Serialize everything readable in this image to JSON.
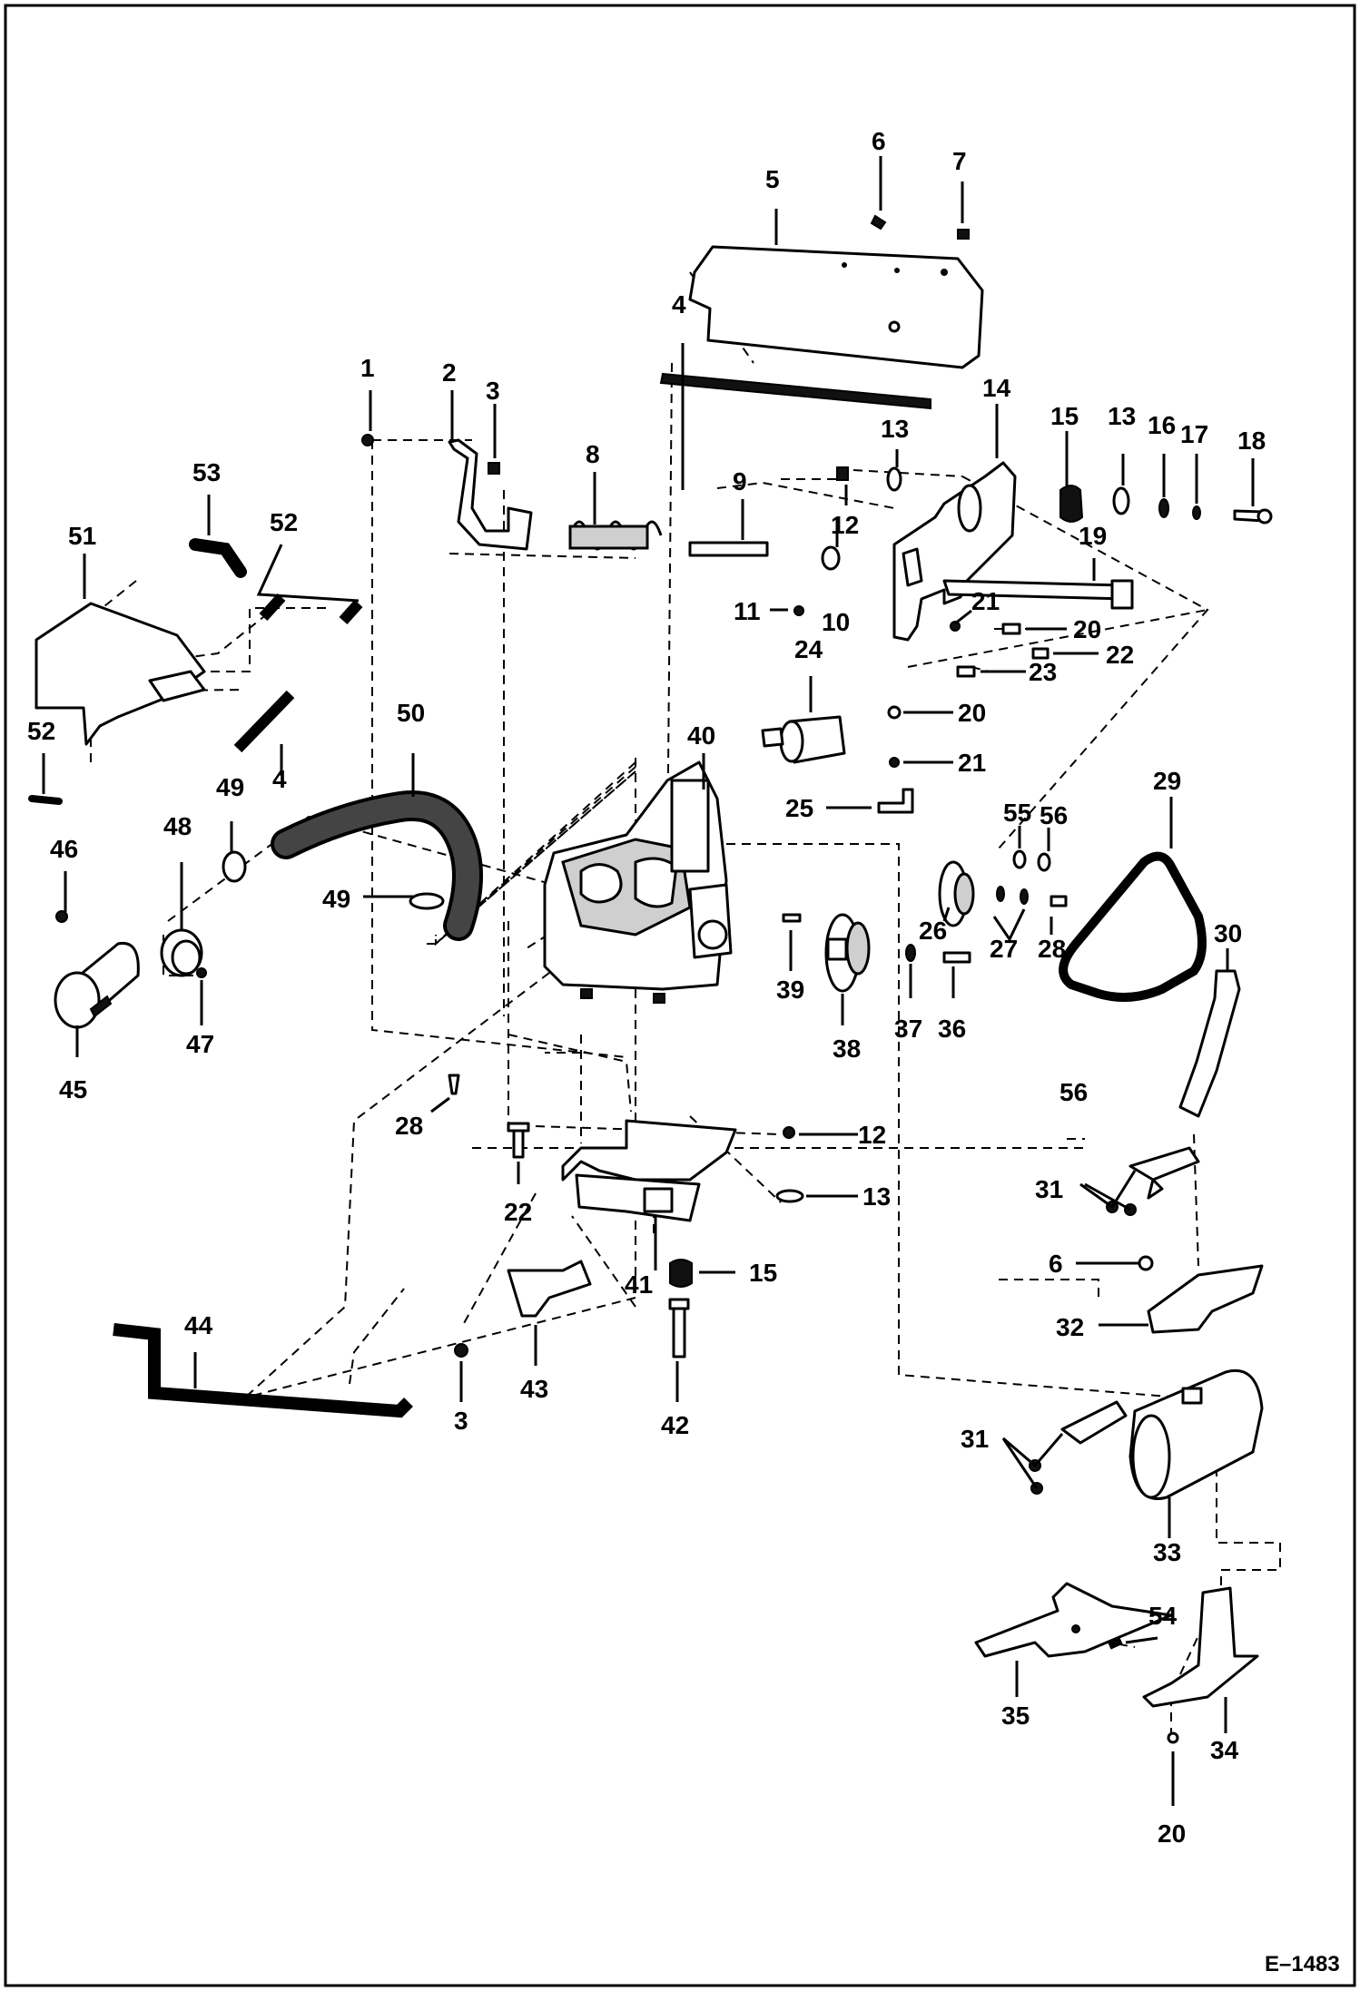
{
  "figure_ref": "E–1483",
  "callouts": [
    {
      "label": "1"
    },
    {
      "label": "2"
    },
    {
      "label": "3"
    },
    {
      "label": "4"
    },
    {
      "label": "5"
    },
    {
      "label": "6"
    },
    {
      "label": "7"
    },
    {
      "label": "8"
    },
    {
      "label": "9"
    },
    {
      "label": "10"
    },
    {
      "label": "11"
    },
    {
      "label": "12"
    },
    {
      "label": "13"
    },
    {
      "label": "13"
    },
    {
      "label": "14"
    },
    {
      "label": "15"
    },
    {
      "label": "13"
    },
    {
      "label": "16"
    },
    {
      "label": "17"
    },
    {
      "label": "18"
    },
    {
      "label": "19"
    },
    {
      "label": "21"
    },
    {
      "label": "20"
    },
    {
      "label": "22"
    },
    {
      "label": "23"
    },
    {
      "label": "24"
    },
    {
      "label": "20"
    },
    {
      "label": "21"
    },
    {
      "label": "25"
    },
    {
      "label": "29"
    },
    {
      "label": "55"
    },
    {
      "label": "56"
    },
    {
      "label": "26"
    },
    {
      "label": "27"
    },
    {
      "label": "28"
    },
    {
      "label": "30"
    },
    {
      "label": "39"
    },
    {
      "label": "38"
    },
    {
      "label": "37"
    },
    {
      "label": "36"
    },
    {
      "label": "56"
    },
    {
      "label": "40"
    },
    {
      "label": "50"
    },
    {
      "label": "49"
    },
    {
      "label": "49"
    },
    {
      "label": "48"
    },
    {
      "label": "51"
    },
    {
      "label": "52"
    },
    {
      "label": "53"
    },
    {
      "label": "4"
    },
    {
      "label": "52"
    },
    {
      "label": "46"
    },
    {
      "label": "47"
    },
    {
      "label": "45"
    },
    {
      "label": "28"
    },
    {
      "label": "22"
    },
    {
      "label": "12"
    },
    {
      "label": "13"
    },
    {
      "label": "41"
    },
    {
      "label": "15"
    },
    {
      "label": "42"
    },
    {
      "label": "43"
    },
    {
      "label": "3"
    },
    {
      "label": "44"
    },
    {
      "label": "31"
    },
    {
      "label": "6"
    },
    {
      "label": "32"
    },
    {
      "label": "31"
    },
    {
      "label": "33"
    },
    {
      "label": "54"
    },
    {
      "label": "35"
    },
    {
      "label": "34"
    },
    {
      "label": "20"
    }
  ]
}
